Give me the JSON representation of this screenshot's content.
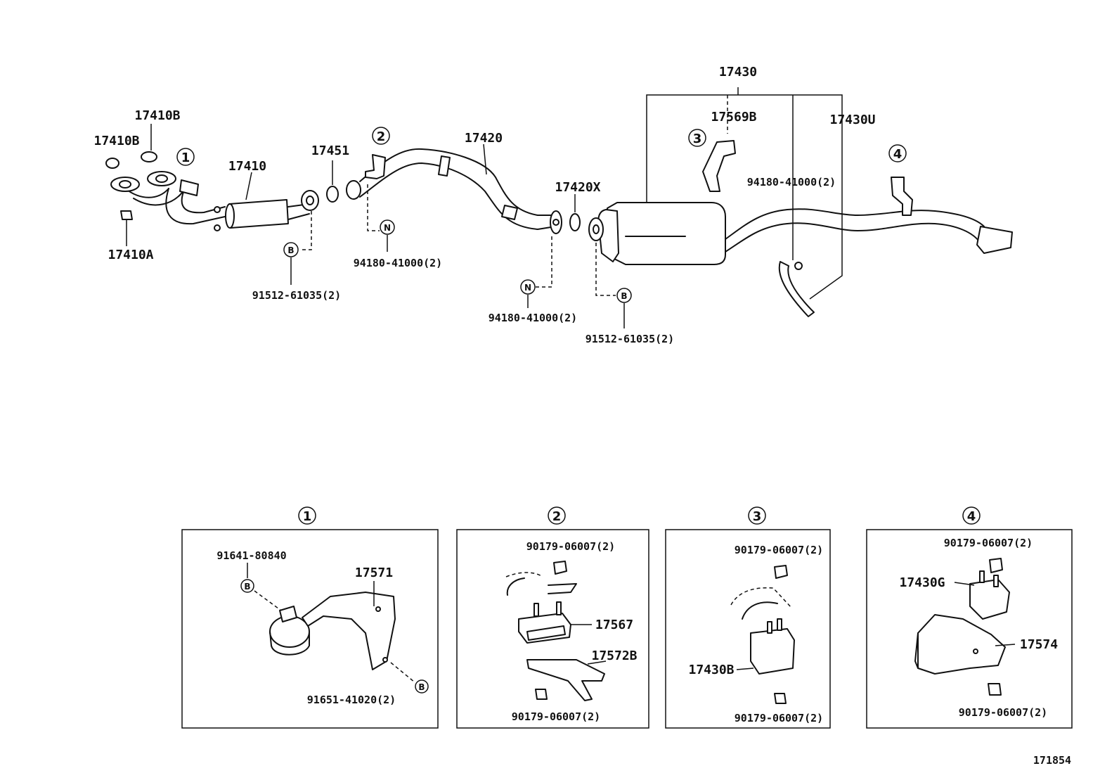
{
  "diagram": {
    "drawing_number": "171854",
    "callout_circles": [
      "1",
      "2",
      "3",
      "4"
    ],
    "letter_markers": {
      "bolt": "B",
      "nut": "N"
    },
    "main_labels": {
      "p17430": "17430",
      "p17410b_top": "17410B",
      "p17410b_left": "17410B",
      "p17410": "17410",
      "p17410a": "17410A",
      "p17451": "17451",
      "p17420": "17420",
      "p17420x": "17420X",
      "p17569b": "17569B",
      "p17430u": "17430U",
      "nut_a": "94180-41000(2)",
      "nut_b": "94180-41000(2)",
      "nut_c": "94180-41000(2)",
      "bolt_a": "91512-61035(2)",
      "bolt_b": "91512-61035(2)"
    },
    "detail_1": {
      "title": "1",
      "label_bolt_top": "91641-80840",
      "label_bracket": "17571",
      "label_bolt_bottom": "91651-41020(2)"
    },
    "detail_2": {
      "title": "2",
      "label_nut_top": "90179-06007(2)",
      "label_mount": "17567",
      "label_bracket": "17572B",
      "label_nut_bottom": "90179-06007(2)"
    },
    "detail_3": {
      "title": "3",
      "label_nut_top": "90179-06007(2)",
      "label_mount": "17430B",
      "label_nut_bottom": "90179-06007(2)"
    },
    "detail_4": {
      "title": "4",
      "label_nut_top": "90179-06007(2)",
      "label_mount": "17430G",
      "label_bracket": "17574",
      "label_nut_bottom": "90179-06007(2)"
    }
  }
}
